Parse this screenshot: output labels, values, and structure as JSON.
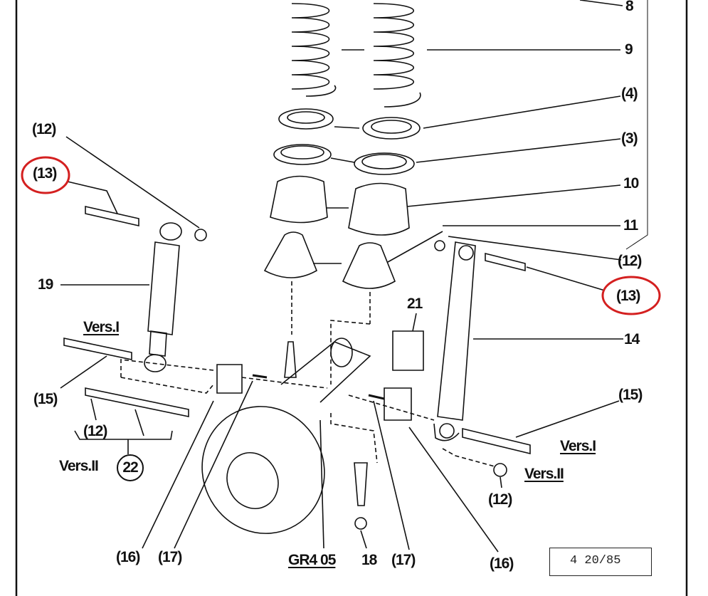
{
  "diagram": {
    "type": "exploded parts diagram",
    "subject": "rear suspension / brake drum assembly",
    "labels": {
      "l8": "8",
      "l9": "9",
      "l4": "(4)",
      "l3": "(3)",
      "l10": "10",
      "l11": "11",
      "l12_right": "(12)",
      "l13_right": "(13)",
      "l14": "14",
      "l15_right": "(15)",
      "vers1_right": "Vers.I",
      "vers2_right": "Vers.II",
      "l12_bottom_right": "(12)",
      "l12_top_left": "(12)",
      "l13_left": "(13)",
      "l19": "19",
      "vers1_left": "Vers.I",
      "l15_left": "(15)",
      "l12_left": "(12)",
      "vers2_left": "Vers.II",
      "l22": "22",
      "l21": "21",
      "l16_left": "(16)",
      "l17_left": "(17)",
      "gr405": "GR4 05",
      "l18": "18",
      "l17_right": "(17)",
      "l16_right": "(16)"
    },
    "highlighted": [
      "(13)",
      "(13)"
    ],
    "highlight_color": "#d42020",
    "reference_box": "4 20/85"
  }
}
